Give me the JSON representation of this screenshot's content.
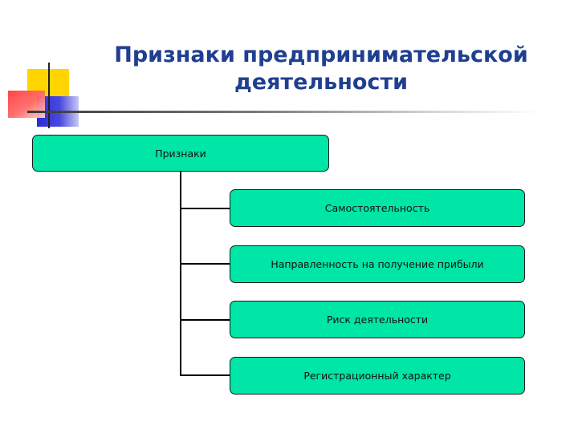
{
  "slide": {
    "title_line1": "Признаки предпринимательской",
    "title_line2": "деятельности"
  },
  "diagram": {
    "root": {
      "label": "Признаки"
    },
    "children": [
      {
        "label": "Самостоятельность"
      },
      {
        "label": "Направленность на получение прибыли"
      },
      {
        "label": "Риск деятельности"
      },
      {
        "label": "Регистрационный характер"
      }
    ]
  },
  "colors": {
    "title": "#1f3f8f",
    "node_fill": "#00e6a6",
    "deco_yellow": "#ffd500",
    "deco_red": "#ff3b3b",
    "deco_blue": "#2b2bd6"
  }
}
